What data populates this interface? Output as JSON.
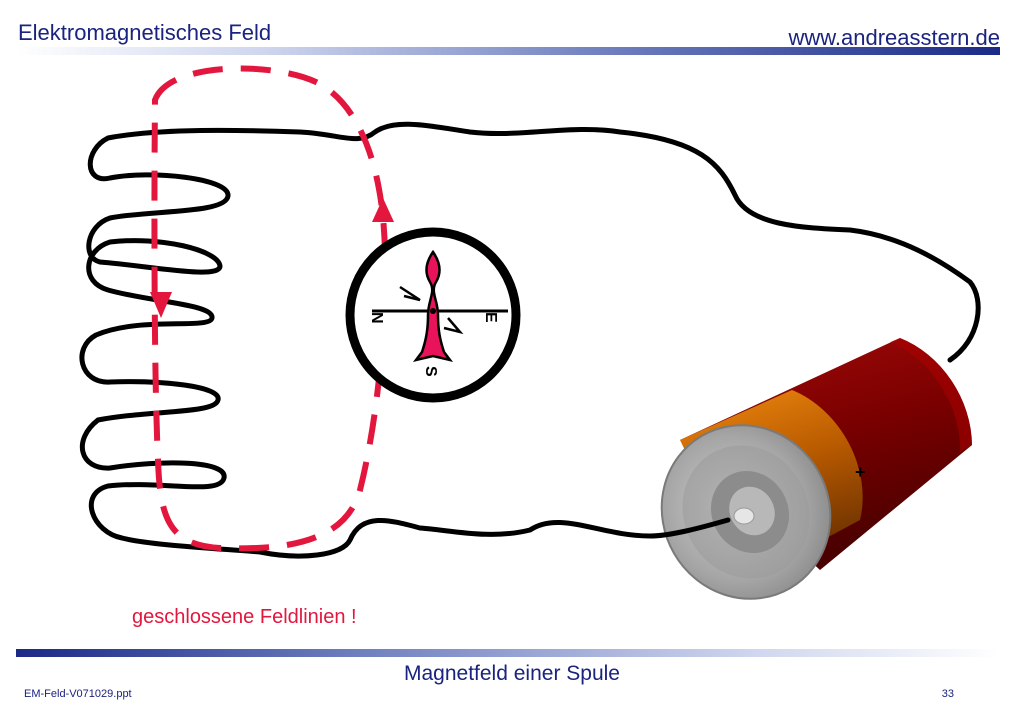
{
  "header": {
    "title": "Elektromagnetisches Feld",
    "url": "www.andreasstern.de"
  },
  "diagram": {
    "caption": "geschlossene Feldlinien !",
    "compass_labels": {
      "north": "N",
      "east": "E",
      "south": "S"
    },
    "battery_label": "+",
    "colors": {
      "field_line": "#e3173e",
      "wire": "#000000",
      "needle": "#e8135a",
      "battery_body": "#7a0000",
      "battery_band": "#e07000",
      "battery_cap": "#a9a9a9"
    }
  },
  "footer": {
    "slide_title": "Magnetfeld einer Spule",
    "filename": "EM-Feld-V071029.ppt",
    "page_number": "33"
  }
}
